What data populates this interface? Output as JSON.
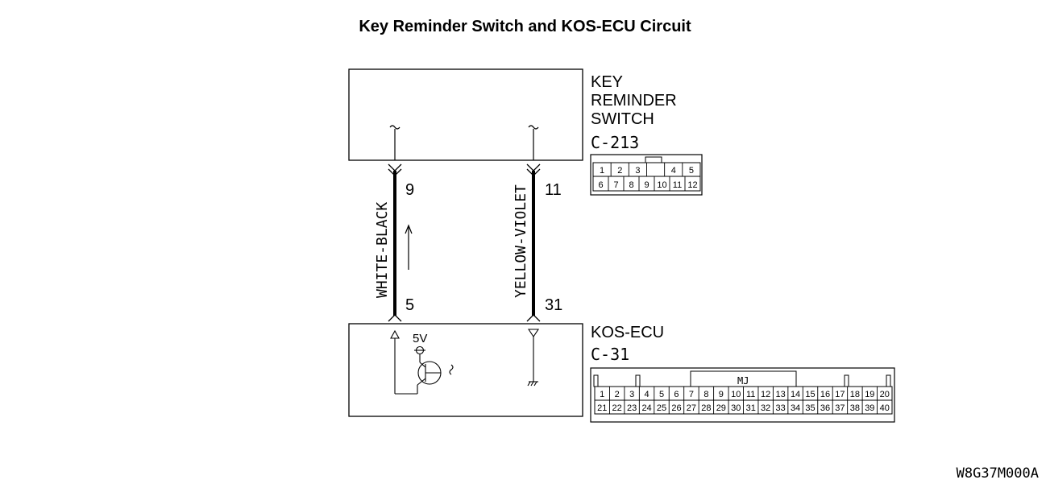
{
  "title": "Key Reminder Switch and KOS-ECU Circuit",
  "diagram_code": "W8G37M000A",
  "key_switch": {
    "name_lines": [
      "KEY",
      "REMINDER",
      "SWITCH"
    ],
    "connector": "C-213",
    "pins_top": [
      "1",
      "2",
      "3",
      "",
      "4",
      "5"
    ],
    "pins_bottom": [
      "6",
      "7",
      "8",
      "9",
      "10",
      "11",
      "12"
    ]
  },
  "ecu": {
    "name": "KOS-ECU",
    "connector": "C-31",
    "connector_tag": "MJ",
    "pins_top": [
      "1",
      "2",
      "3",
      "4",
      "5",
      "6",
      "7",
      "8",
      "9",
      "10",
      "11",
      "12",
      "13",
      "14",
      "15",
      "16",
      "17",
      "18",
      "19",
      "20"
    ],
    "pins_bottom": [
      "21",
      "22",
      "23",
      "24",
      "25",
      "26",
      "27",
      "28",
      "29",
      "30",
      "31",
      "32",
      "33",
      "34",
      "35",
      "36",
      "37",
      "38",
      "39",
      "40"
    ],
    "supply_label": "5V"
  },
  "wires": [
    {
      "color": "WHITE-BLACK",
      "switch_pin": "9",
      "ecu_pin": "5"
    },
    {
      "color": "YELLOW-VIOLET",
      "switch_pin": "11",
      "ecu_pin": "31"
    }
  ]
}
